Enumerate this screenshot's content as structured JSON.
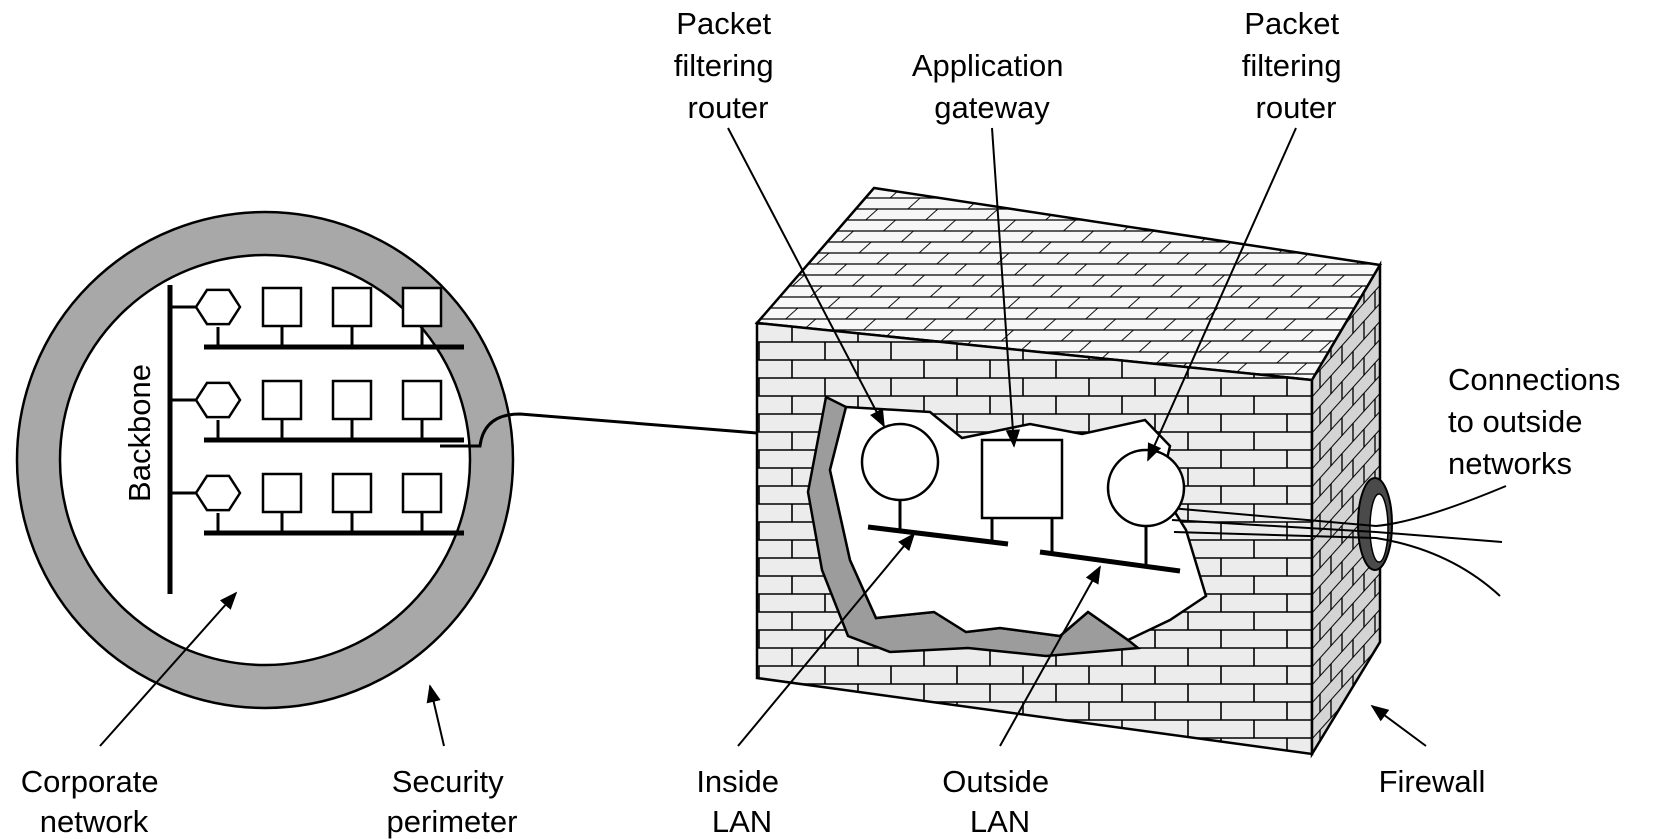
{
  "labels": {
    "packet_router_left": [
      "Packet",
      "filtering",
      "router"
    ],
    "app_gateway": [
      "Application",
      "gateway"
    ],
    "packet_router_right": [
      "Packet",
      "filtering",
      "router"
    ],
    "connections": [
      "Connections",
      "to outside",
      "networks"
    ],
    "backbone": "Backbone",
    "corporate_network": [
      "Corporate",
      "network"
    ],
    "security_perimeter": [
      "Security",
      "perimeter"
    ],
    "inside_lan": [
      "Inside",
      "LAN"
    ],
    "outside_lan": [
      "Outside",
      "LAN"
    ],
    "firewall": "Firewall"
  },
  "colors": {
    "ink": "#000000",
    "ring": "#a8a8a8",
    "brick_front": "#ececec",
    "brick_top": "#f7f7f7",
    "brick_side": "#d4d4d4",
    "hole_edge": "#9c9c9c"
  },
  "backbone_rows": [
    {
      "router_icon": "hexagon-router-icon",
      "hosts": 3
    },
    {
      "router_icon": "hexagon-router-icon",
      "hosts": 3
    },
    {
      "router_icon": "hexagon-router-icon",
      "hosts": 3
    }
  ]
}
